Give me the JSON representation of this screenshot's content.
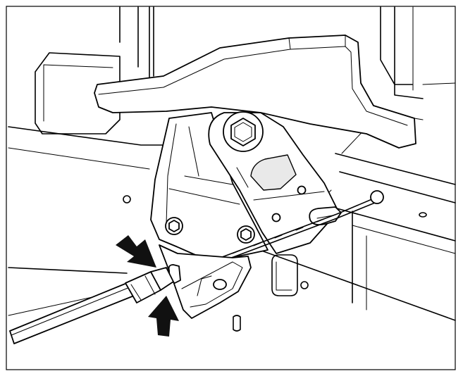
{
  "figure": {
    "background": "#ffffff",
    "line_color": "#000000",
    "arrow_color": "#111111",
    "arrows": [
      "arrow-upper-left",
      "arrow-lower"
    ],
    "components": [
      "pedal-arm",
      "mounting-bracket",
      "hex-pivot-bolt",
      "latch-plate",
      "cable-housing",
      "inner-cable",
      "cable-end-ball",
      "cable-ferrule",
      "cable-clip",
      "mounting-bolts"
    ]
  }
}
